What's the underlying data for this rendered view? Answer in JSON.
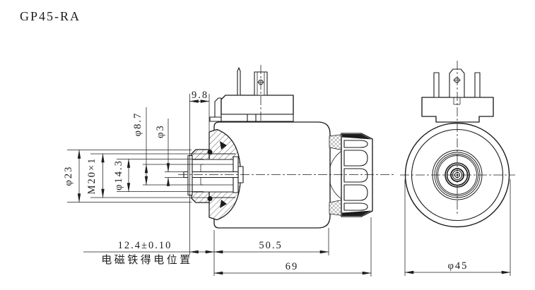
{
  "title": "GP45-RA",
  "colors": {
    "line": "#1c1c1c",
    "background": "#ffffff"
  },
  "dimensions": {
    "connector_offset": "9.8",
    "counterbore_dia": "φ8.7",
    "rod_dia": "φ3",
    "flange_dia": "φ23",
    "thread_spec": "M20×1",
    "bore_dia": "φ14.3",
    "energized_position": "12.4±0.10",
    "energized_note": "电磁铁得电位置",
    "body_length": "50.5",
    "overall_length": "69",
    "outer_dia": "φ45"
  }
}
